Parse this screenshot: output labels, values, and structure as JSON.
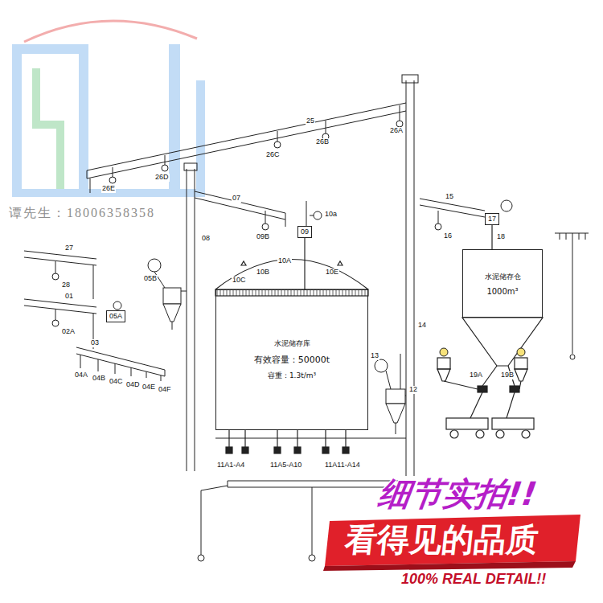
{
  "diagram": {
    "nodes": [
      {
        "text": [
          "水泥储存库",
          "有效容量：50000t",
          "容重：1.3t/m³"
        ]
      },
      {
        "text": [
          "09"
        ]
      },
      {
        "text": [
          "17"
        ]
      },
      {
        "text": [
          "水泥储存仓",
          "1000m³"
        ]
      },
      {
        "text": [
          "05A"
        ]
      }
    ],
    "edges": [
      {
        "from": 1,
        "to": 0,
        "arrow": "none"
      },
      {
        "from": 2,
        "to": 3,
        "label": "18",
        "arrow": "none"
      }
    ],
    "labels": [
      "谭先生：18006358358",
      "25",
      "26A",
      "26B",
      "26C",
      "26D",
      "26E",
      "07",
      "09B",
      "08",
      "10a",
      "10A",
      "10B",
      "10C",
      "10E",
      "05B",
      "27",
      "28",
      "01",
      "02A",
      "03",
      "04A",
      "04B",
      "04C",
      "04D",
      "04E",
      "04F",
      "14",
      "15",
      "16",
      "13",
      "12",
      "19A",
      "19B",
      "11A1-A4",
      "11A5-A10",
      "11A11-A14",
      "细节实拍!!",
      "看得见的品质",
      "100% REAL DETAIL!!"
    ]
  }
}
